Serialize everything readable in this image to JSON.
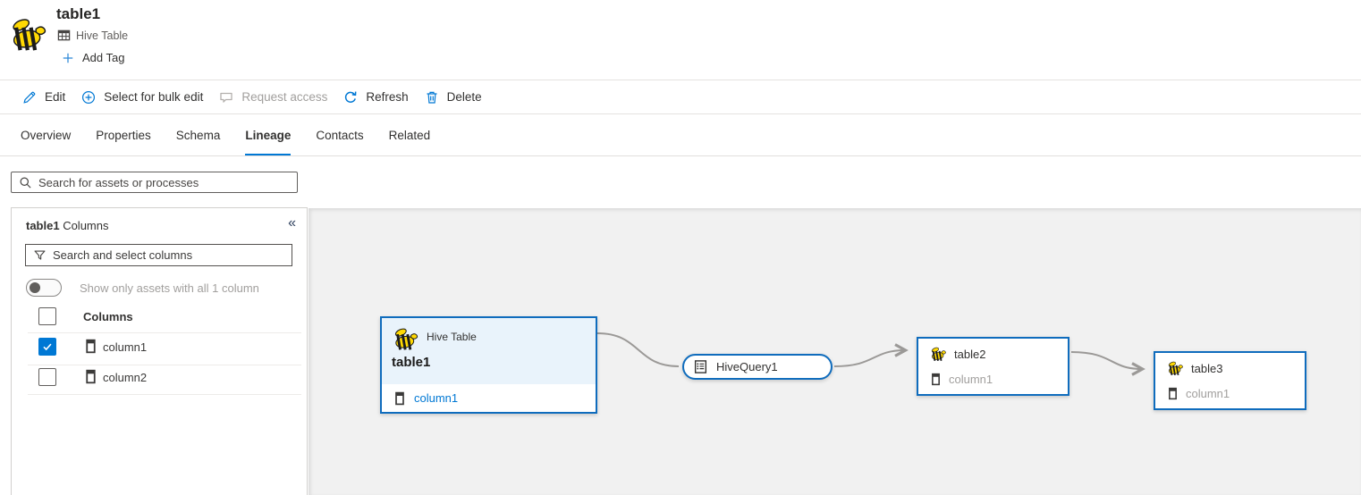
{
  "colors": {
    "accent_blue": "#0078d4",
    "node_border_blue": "#0f6cbd",
    "canvas_background": "#f1f1f1",
    "node_header_background": "#e9f3fb",
    "edge_gray": "#9b9997",
    "dark_text": "#323130",
    "gray_text": "#605e5c",
    "disabled_text": "#a19f9d",
    "selected_column_text": "#0078d4"
  },
  "asset_header": {
    "title": "table1",
    "type_label": "Hive Table",
    "add_tag_label": "Add Tag"
  },
  "toolbar": {
    "edit_label": "Edit",
    "bulk_edit_label": "Select for bulk edit",
    "request_access_label": "Request access",
    "refresh_label": "Refresh",
    "delete_label": "Delete"
  },
  "tabs": [
    {
      "label": "Overview",
      "active": false
    },
    {
      "label": "Properties",
      "active": false
    },
    {
      "label": "Schema",
      "active": false
    },
    {
      "label": "Lineage",
      "active": true
    },
    {
      "label": "Contacts",
      "active": false
    },
    {
      "label": "Related",
      "active": false
    }
  ],
  "asset_search": {
    "placeholder": "Search for assets or processes"
  },
  "columns_panel": {
    "title_asset": "table1",
    "title_suffix": " Columns",
    "collapse_glyph": "«",
    "search_placeholder": "Search and select columns",
    "toggle_label": "Show only assets with all 1 column",
    "toggle_state": "off",
    "list_header_label": "Columns",
    "rows": [
      {
        "label": "column1",
        "checked": true
      },
      {
        "label": "column2",
        "checked": false
      }
    ]
  },
  "lineage": {
    "nodes": [
      {
        "id": "table1",
        "kind": "hive-table",
        "type_label": "Hive Table",
        "title": "table1",
        "columns": [
          {
            "label": "column1",
            "highlighted": true
          }
        ]
      },
      {
        "id": "HiveQuery1",
        "kind": "process",
        "title": "HiveQuery1"
      },
      {
        "id": "table2",
        "kind": "hive-table",
        "title": "table2",
        "columns": [
          {
            "label": "column1",
            "highlighted": false
          }
        ]
      },
      {
        "id": "table3",
        "kind": "hive-table",
        "title": "table3",
        "columns": [
          {
            "label": "column1",
            "highlighted": false
          }
        ]
      }
    ],
    "edges": [
      {
        "from": "table1",
        "to": "HiveQuery1",
        "arrow": false
      },
      {
        "from": "HiveQuery1",
        "to": "table2",
        "arrow": true
      },
      {
        "from": "table2",
        "to": "table3",
        "arrow": true
      }
    ]
  }
}
